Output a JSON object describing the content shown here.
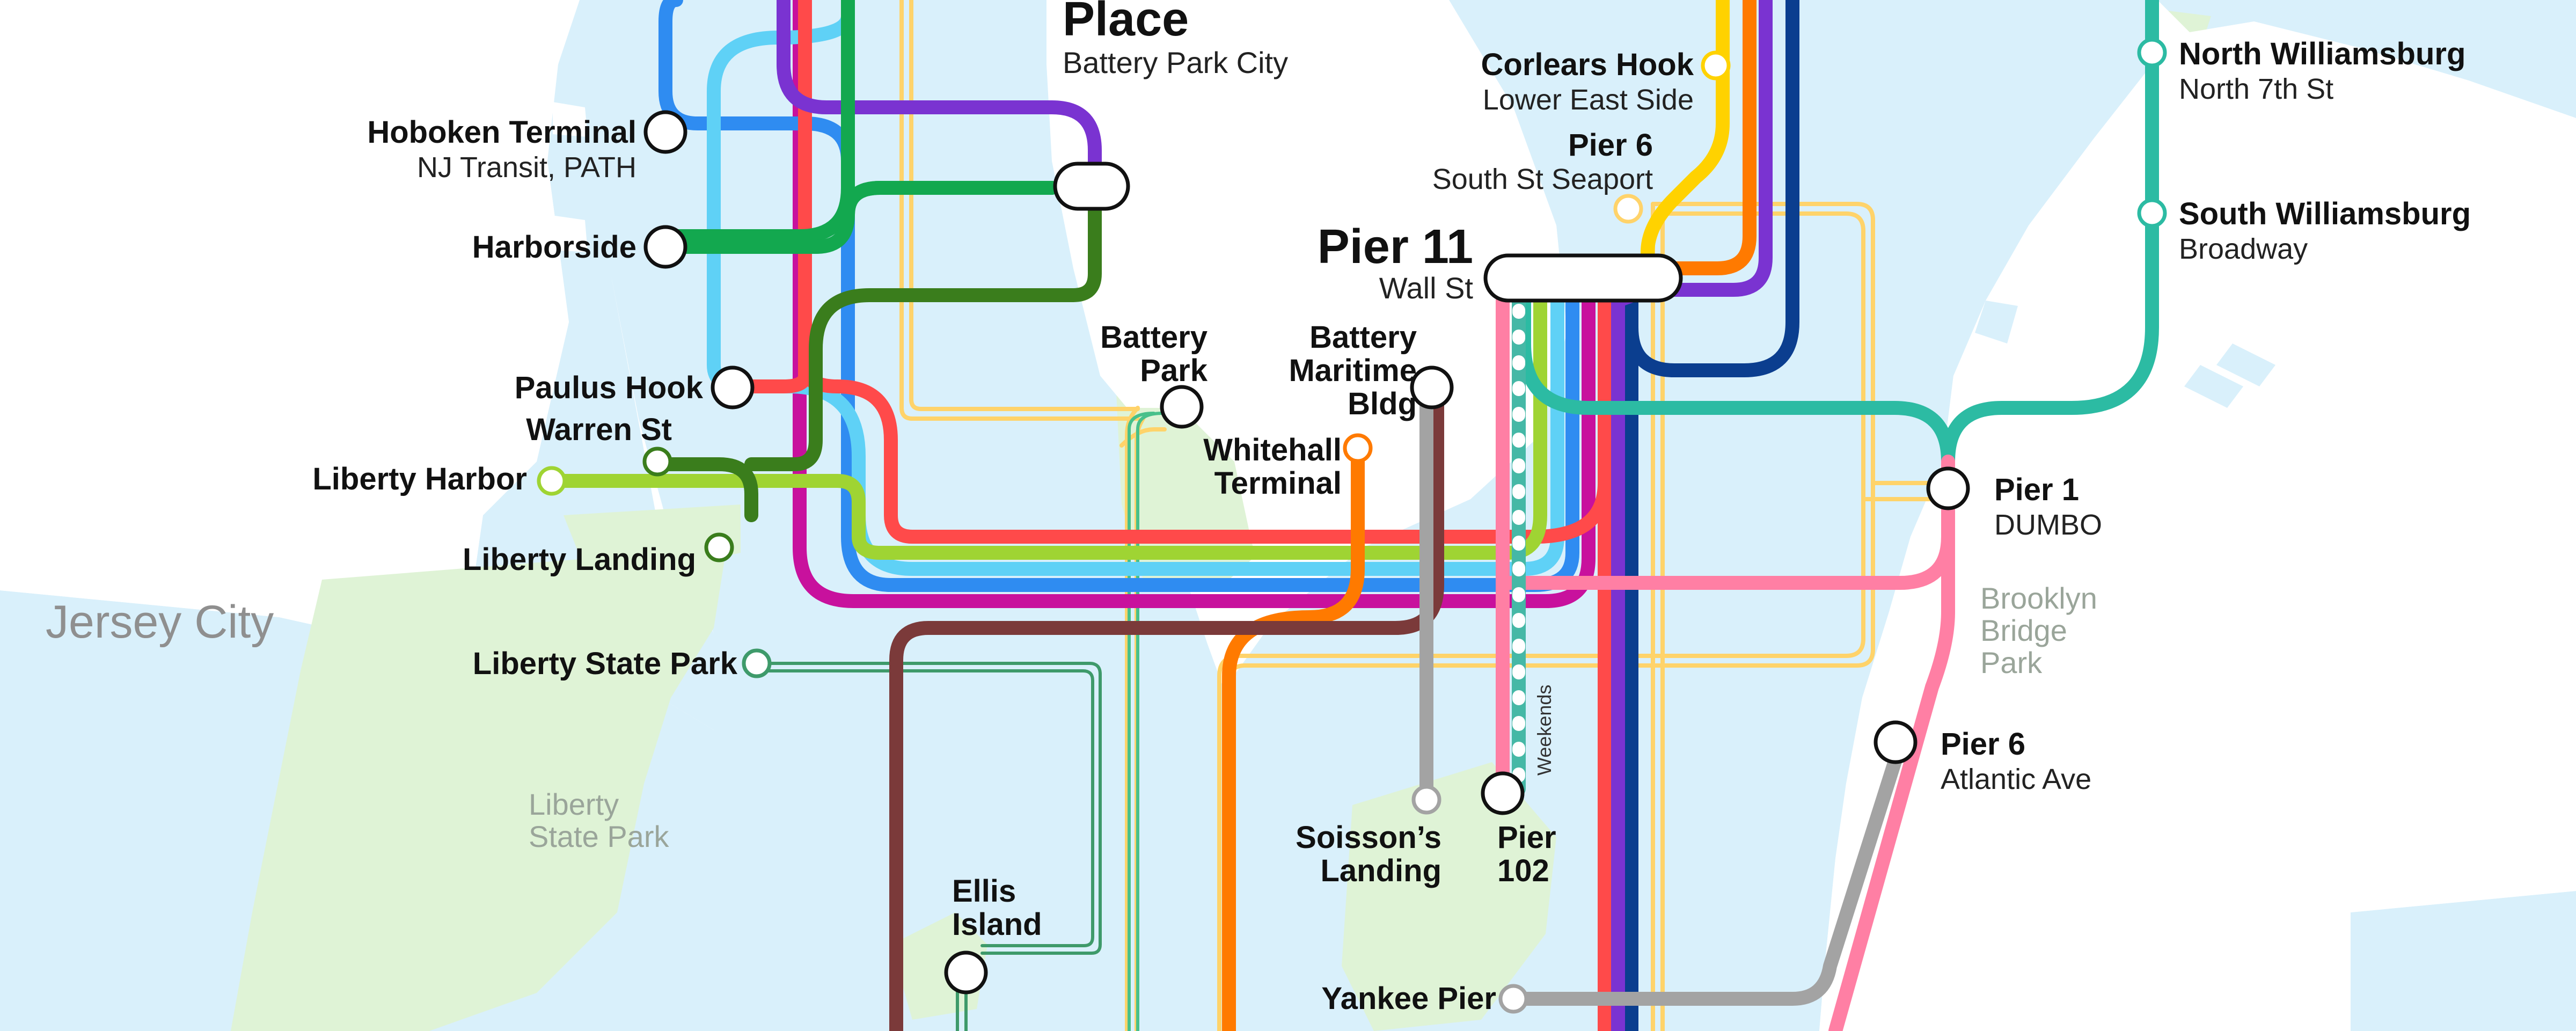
{
  "map": {
    "colors": {
      "water": "#d9f0fb",
      "land": "#ffffff",
      "park": "#dff3d6",
      "route_red": "#ff4a4a",
      "route_magenta": "#c8119d",
      "route_purple": "#7a33d1",
      "route_blue": "#2f8cf1",
      "route_cyan": "#5fd1f6",
      "route_green": "#13a84f",
      "route_darkgreen": "#3a7d1c",
      "route_lime": "#9fd433",
      "route_yellow": "#ffd200",
      "route_orange": "#ff7a00",
      "route_navy": "#0b3e8f",
      "route_teal": "#2cbba3",
      "route_pink": "#ff7fa4",
      "route_brown": "#7b3a3a",
      "route_gray": "#a3a3a3",
      "route_ferry_green": "#3e9a6a",
      "route_weekend": "#45b8a6"
    },
    "areas": {
      "jersey_city": "Jersey City",
      "liberty_state_park": [
        "Liberty",
        "State Park"
      ],
      "brooklyn_bridge_park": [
        "Brooklyn",
        "Bridge",
        "Park"
      ]
    },
    "stops": {
      "place": {
        "name": "Place",
        "sub": "Battery Park City"
      },
      "hoboken": {
        "name": "Hoboken Terminal",
        "sub": "NJ Transit, PATH"
      },
      "harborside": {
        "name": "Harborside"
      },
      "paulus_hook": {
        "name": "Paulus Hook"
      },
      "warren_st": {
        "name": "Warren St"
      },
      "liberty_harbor": {
        "name": "Liberty Harbor"
      },
      "liberty_landing": {
        "name": "Liberty Landing"
      },
      "liberty_state_park": {
        "name": "Liberty State Park"
      },
      "battery_park": {
        "name": [
          "Battery",
          "Park"
        ]
      },
      "battery_maritime": {
        "name": [
          "Battery",
          "Maritime",
          "Bldg"
        ]
      },
      "whitehall": {
        "name": [
          "Whitehall",
          "Terminal"
        ]
      },
      "corlears_hook": {
        "name": "Corlears Hook",
        "sub": "Lower East Side"
      },
      "pier6_seaport": {
        "name": "Pier 6",
        "sub": "South St Seaport"
      },
      "pier11": {
        "name": "Pier 11",
        "sub": "Wall St"
      },
      "soissons": {
        "name": [
          "Soisson’s",
          "Landing"
        ]
      },
      "pier102": {
        "name": [
          "Pier",
          "102"
        ]
      },
      "weekends": "Weekends",
      "ellis_island": {
        "name": [
          "Ellis",
          "Island"
        ]
      },
      "yankee_pier": {
        "name": "Yankee Pier"
      },
      "north_williamsburg": {
        "name": "North Williamsburg",
        "sub": "North 7th St"
      },
      "south_williamsburg": {
        "name": "South Williamsburg",
        "sub": "Broadway"
      },
      "pier1_dumbo": {
        "name": "Pier 1",
        "sub": "DUMBO"
      },
      "pier6_atlantic": {
        "name": "Pier 6",
        "sub": "Atlantic Ave"
      }
    }
  }
}
